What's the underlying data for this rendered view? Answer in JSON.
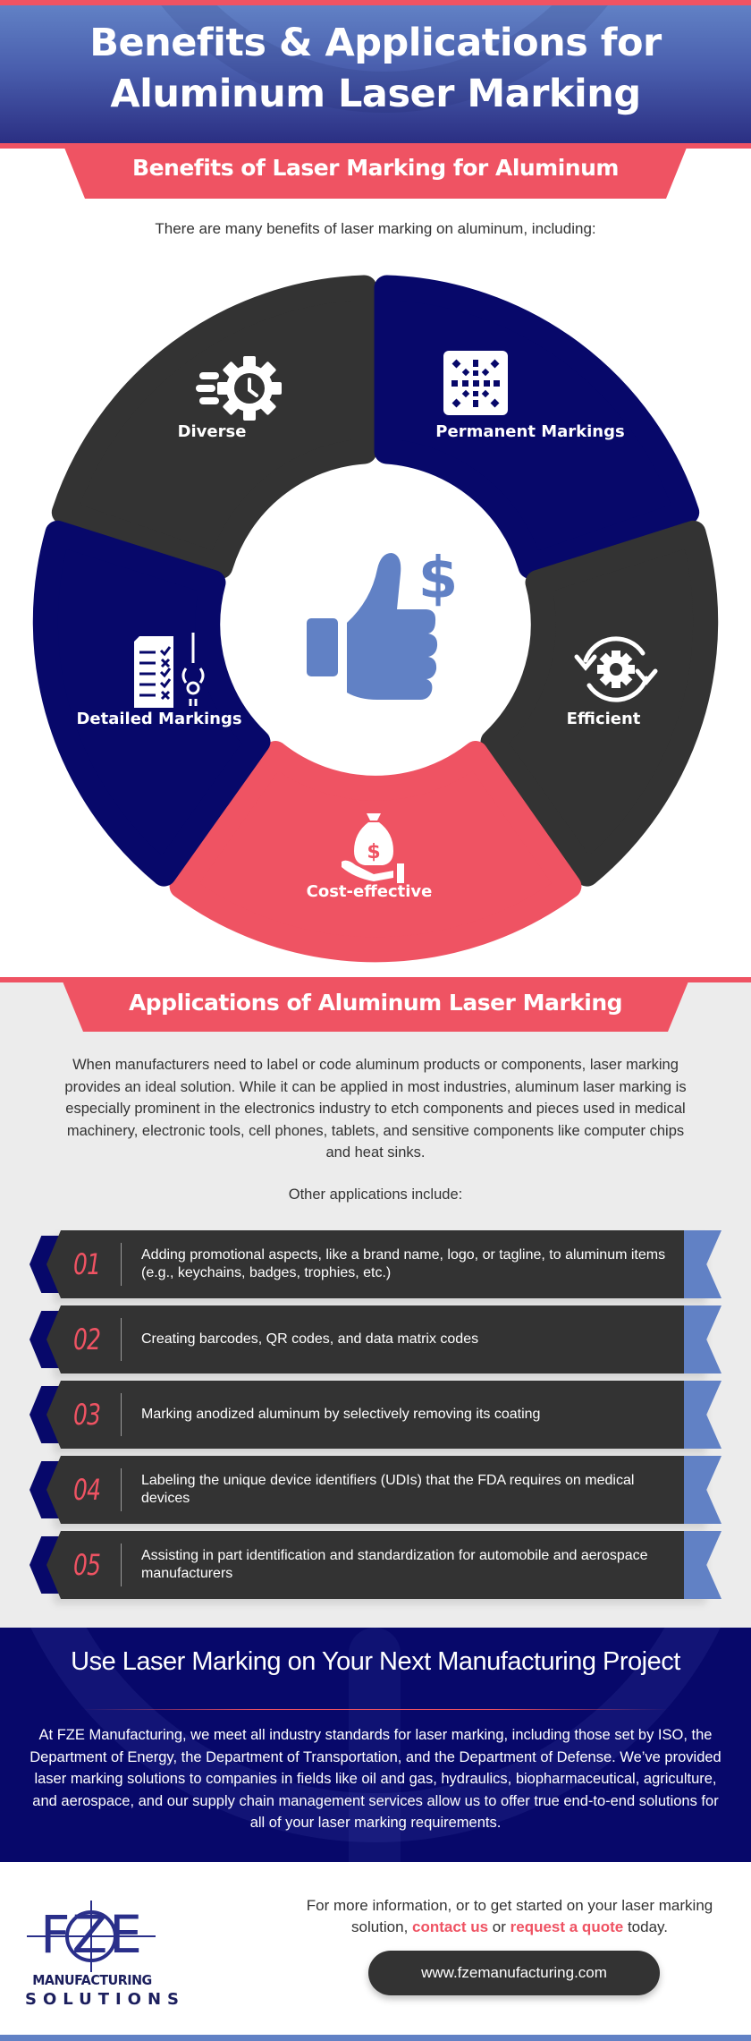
{
  "header": {
    "title_line1": "Benefits & Applications for",
    "title_line2": "Aluminum Laser Marking"
  },
  "benefits": {
    "banner": "Benefits of Laser Marking for Aluminum",
    "intro": "There are many benefits of laser marking on aluminum, including:",
    "center_icon": "thumbs-up-dollar-icon",
    "segments": [
      {
        "label": "Diverse",
        "icon": "gear-clock-icon",
        "color": "#333333"
      },
      {
        "label": "Permanent Markings",
        "icon": "data-matrix-icon",
        "color": "#07086a"
      },
      {
        "label": "Efficient",
        "icon": "gear-cycle-icon",
        "color": "#333333"
      },
      {
        "label": "Cost-effective",
        "icon": "money-bag-hand-icon",
        "color": "#ef5363"
      },
      {
        "label": "Detailed Markings",
        "icon": "checklist-tool-icon",
        "color": "#07086a"
      }
    ]
  },
  "applications": {
    "banner": "Applications of Aluminum Laser Marking",
    "paragraph": "When manufacturers need to label or code aluminum products or components, laser marking provides an ideal solution. While it can be applied in most industries, aluminum laser marking is especially prominent in the electronics industry to etch components and pieces used in medical machinery, electronic tools, cell phones, tablets, and sensitive components like computer chips and heat sinks.",
    "subheading": "Other applications include:",
    "items": [
      {
        "num": "01",
        "text": "Adding promotional aspects, like a brand name, logo, or tagline, to aluminum items (e.g., keychains, badges, trophies, etc.)"
      },
      {
        "num": "02",
        "text": "Creating barcodes, QR codes, and data matrix codes"
      },
      {
        "num": "03",
        "text": "Marking anodized aluminum by selectively removing its coating"
      },
      {
        "num": "04",
        "text": "Labeling the unique device identifiers (UDIs) that the FDA requires on medical devices"
      },
      {
        "num": "05",
        "text": "Assisting in part identification and standardization for automobile and aerospace manufacturers"
      }
    ]
  },
  "cta": {
    "title": "Use Laser Marking on Your Next Manufacturing Project",
    "paragraph": "At FZE Manufacturing, we meet all industry standards for laser marking, including those set by ISO, the Department of Energy, the Department of Transportation, and the Department of Defense. We’ve provided laser marking solutions to companies in fields like oil and gas, hydraulics, biopharmaceutical, agriculture, and aerospace, and our supply chain management services allow us to offer true end-to-end solutions for all of your laser marking requirements."
  },
  "footer": {
    "logo": {
      "main": "FZE",
      "line1": "MANUFACTURING",
      "line2": "SOLUTIONS"
    },
    "text_before": "For more information, or to get started on your laser marking solution, ",
    "link_contact": "contact us",
    "text_middle": " or ",
    "link_quote": "request a quote",
    "text_after": " today.",
    "url": "www.fzemanufacturing.com"
  },
  "colors": {
    "accent_red": "#ef5363",
    "navy": "#07086a",
    "dark": "#333333",
    "light_blue": "#6181c5",
    "panel_grey": "#ececec"
  }
}
